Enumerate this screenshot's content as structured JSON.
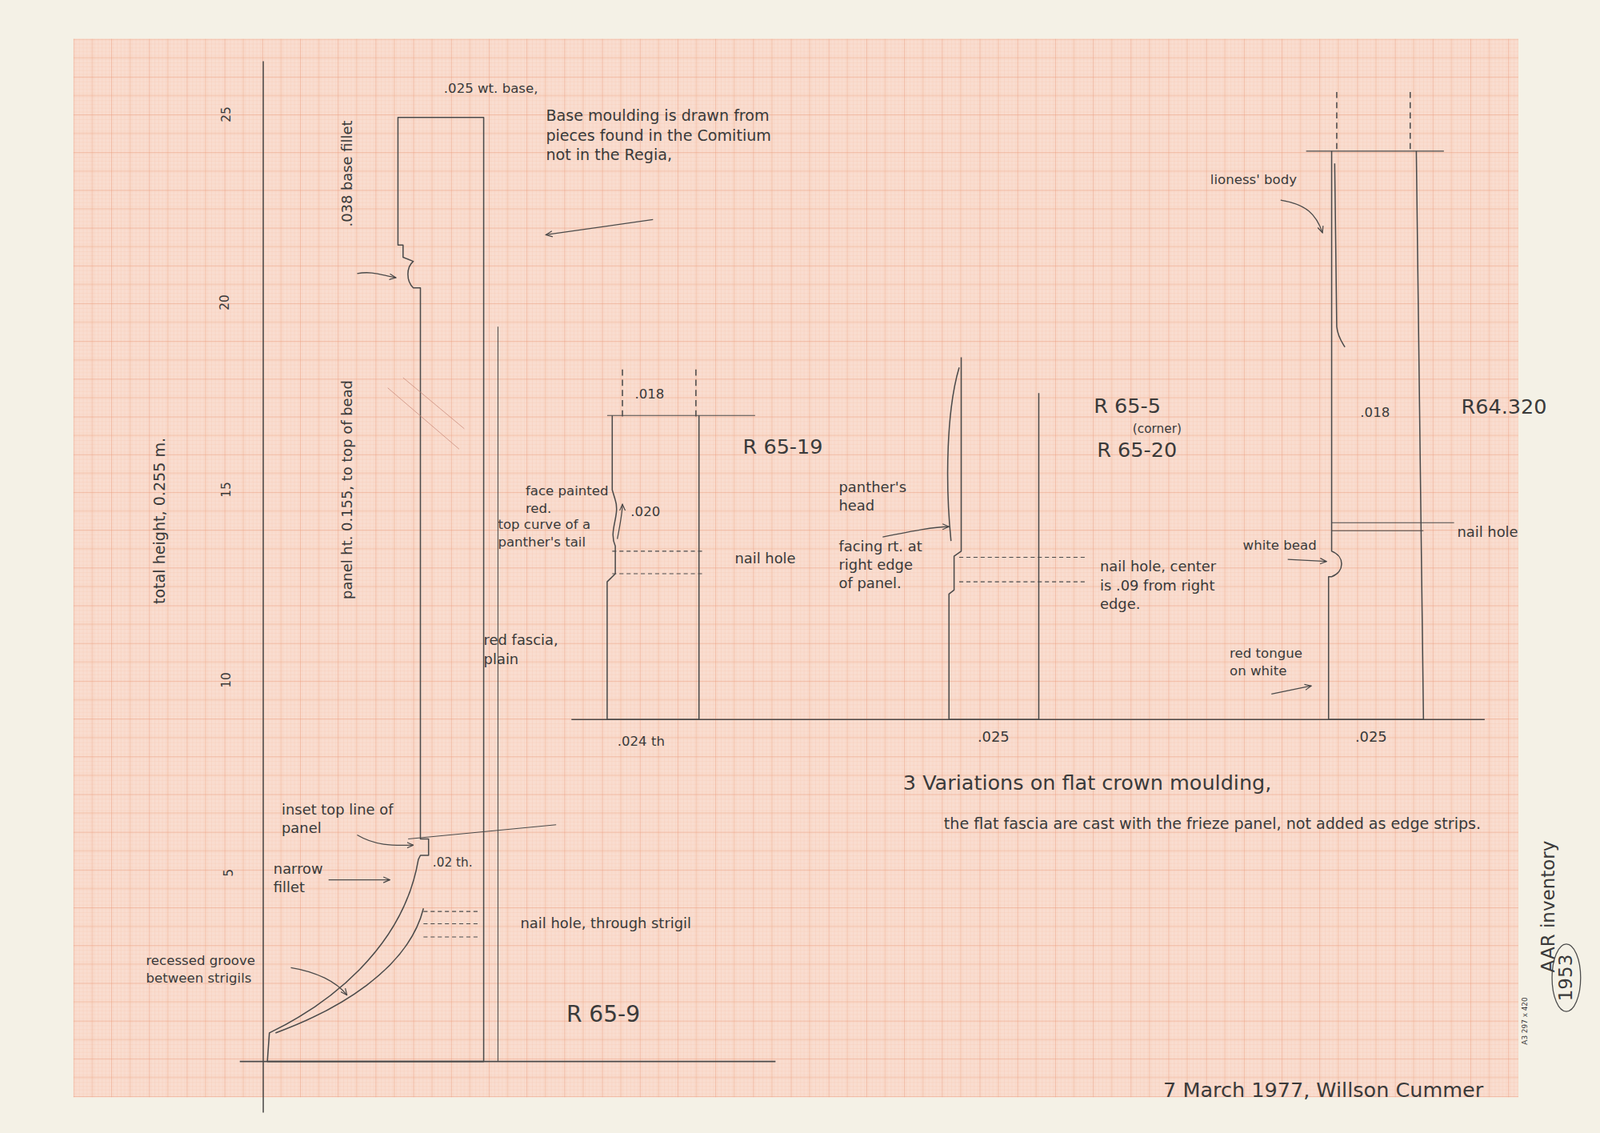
{
  "diagram": {
    "labels": [
      ".025 wt. base,",
      "Base moulding is drawn from pieces found in the Comitium not in the Regia,",
      ".038 base fillet",
      "panel ht. 0.155, to top of bead",
      "total height, 0.255 m.",
      "25",
      "20",
      "15",
      "10",
      "5",
      "inset top line of panel",
      "narrow fillet",
      ".02 th.",
      "nail hole, through strigil",
      "recessed groove between strigils",
      "R 65-9",
      ".018",
      "R 65-19",
      "face painted red.",
      "top curve of a panther's tail",
      ".020",
      "nail hole",
      "red fascia, plain",
      ".024 th",
      "panther's head",
      "facing rt. at right edge of panel.",
      "R 65-5",
      "(corner)",
      "R 65-20",
      "nail hole, center is .09 from right edge.",
      ".025",
      "lioness' body",
      ".018",
      "R64.320",
      "nail hole",
      "white bead",
      "red tongue on white",
      ".025",
      "3 Variations on flat crown moulding,",
      "the flat fascia are cast with the frieze panel, not added as edge strips.",
      "AAR inventory",
      "1953",
      "7 March 1977, Willson Cummer",
      "A3 297 x 420"
    ]
  }
}
